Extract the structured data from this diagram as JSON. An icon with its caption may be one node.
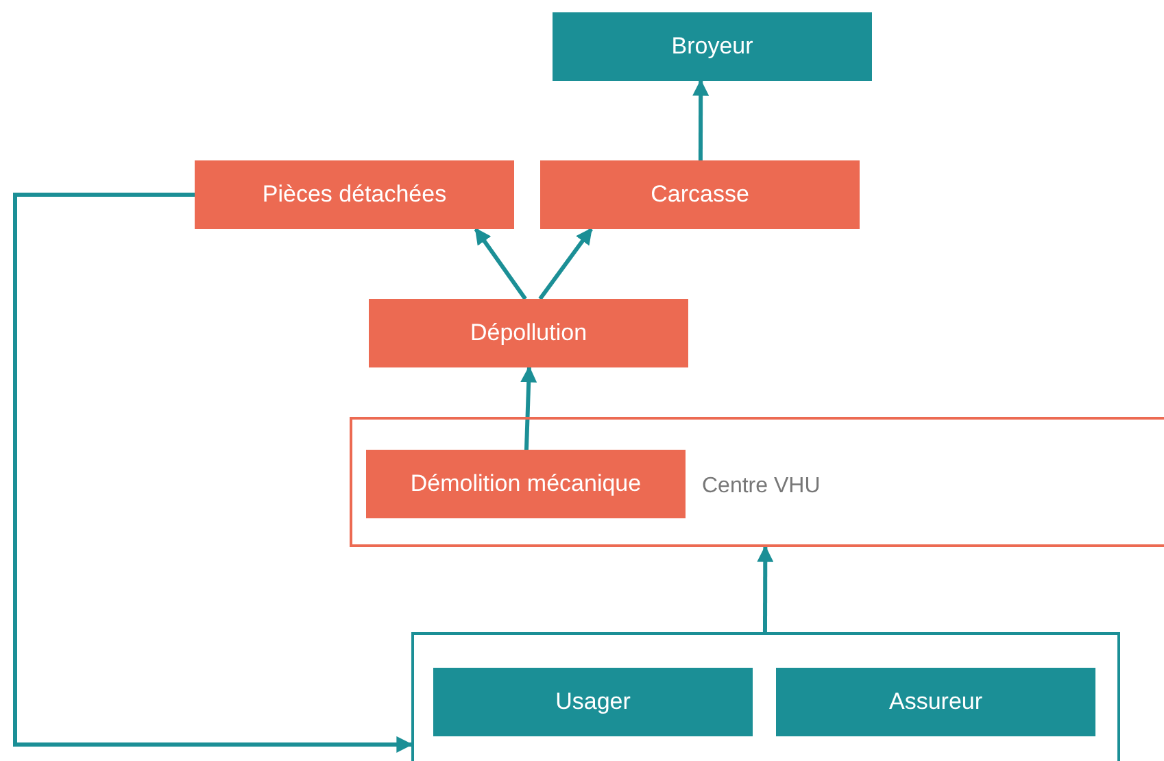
{
  "diagram": {
    "nodes": [
      {
        "text": [
          "Broyeur"
        ]
      },
      {
        "text": [
          "Pièces détachées"
        ]
      },
      {
        "text": [
          "Carcasse"
        ]
      },
      {
        "text": [
          "Dépollution"
        ]
      },
      {
        "text": [
          "Centre VHU"
        ]
      },
      {
        "text": [
          "Démolition mécanique"
        ],
        "in": 4
      },
      {
        "text": [],
        "shape": "box"
      },
      {
        "text": [
          "Usager"
        ],
        "in": 6
      },
      {
        "text": [
          "Assureur"
        ],
        "in": 6
      }
    ],
    "edges": [
      {
        "from": 2,
        "to": 0,
        "arrow": "to"
      },
      {
        "from": 3,
        "to": 1,
        "arrow": "to"
      },
      {
        "from": 3,
        "to": 2,
        "arrow": "to"
      },
      {
        "from": 5,
        "to": 3,
        "arrow": "to"
      },
      {
        "from": 6,
        "to": 4,
        "arrow": "to"
      },
      {
        "from": 1,
        "to": 6,
        "arrow": "to"
      }
    ]
  }
}
